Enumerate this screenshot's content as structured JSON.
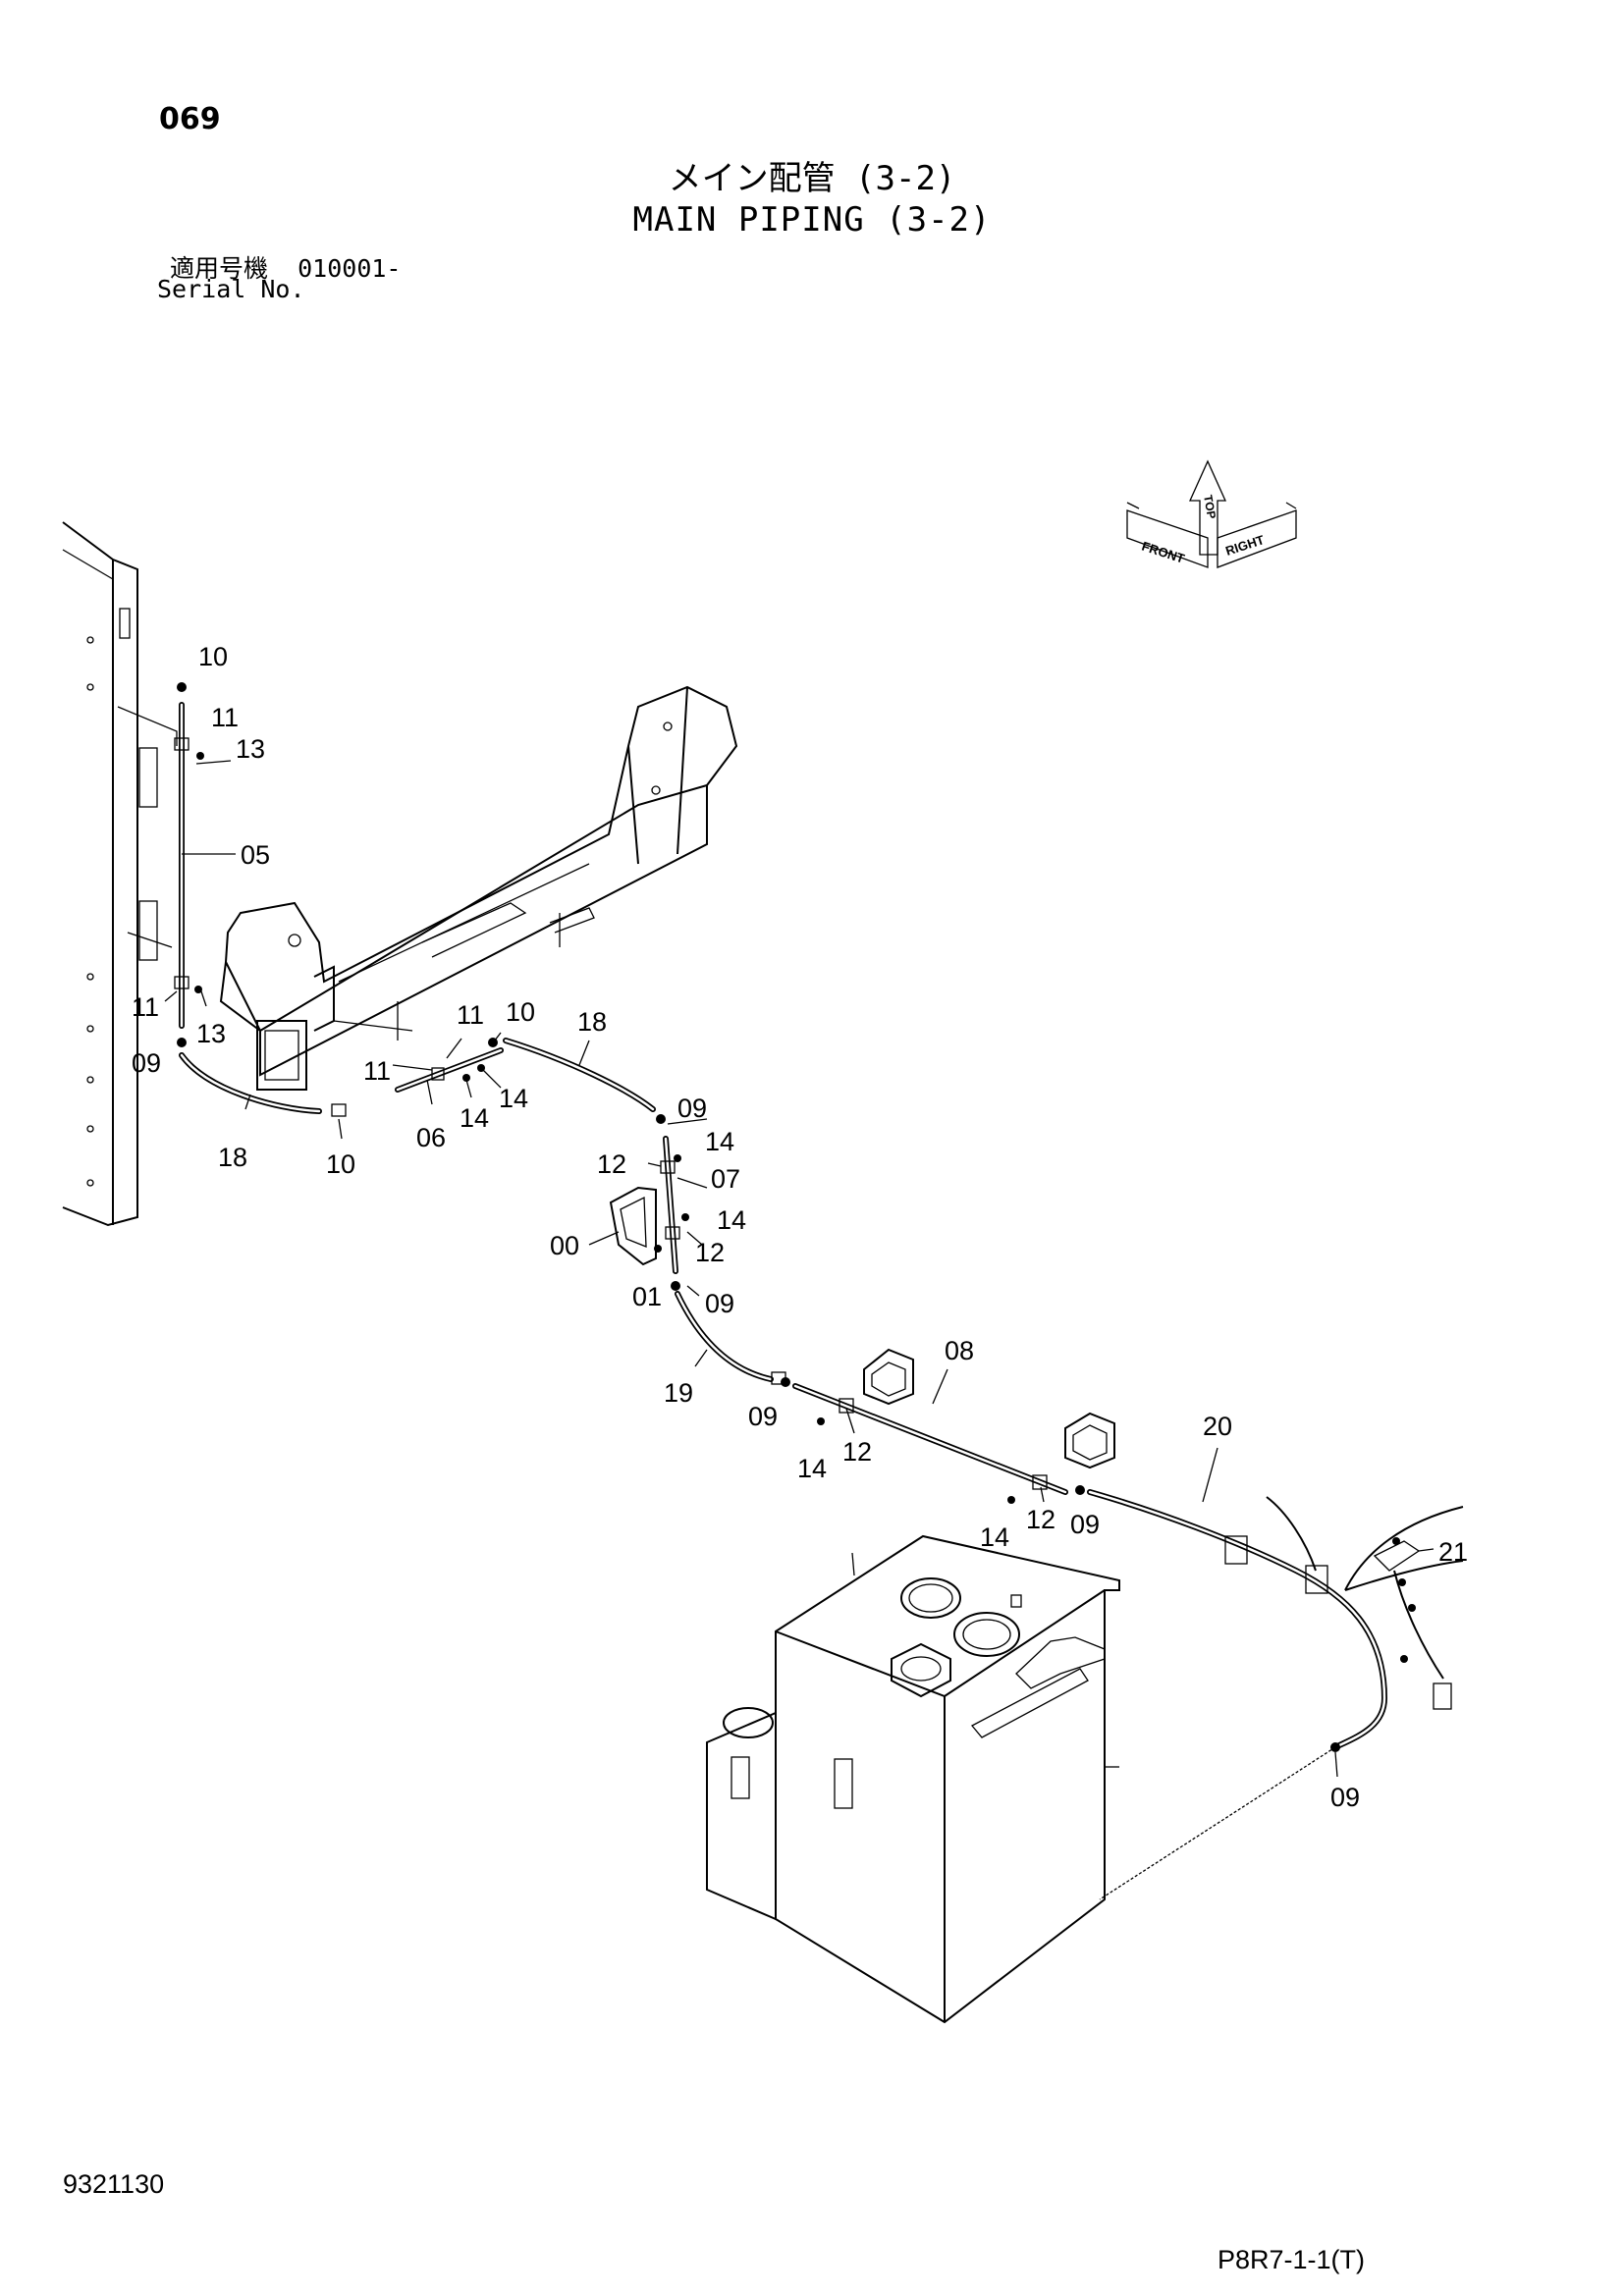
{
  "header": {
    "page_number": "069",
    "title_jp": "メイン配管 (3-2)",
    "title_en": "MAIN PIPING (3-2)",
    "serial_label_jp": "適用号機",
    "serial_value": "010001-",
    "serial_label_en": "Serial No."
  },
  "footer": {
    "document_number": "9321130",
    "figure_code": "P8R7-1-1(T)"
  },
  "orientation_labels": {
    "top": "TOP",
    "front": "FRONT",
    "right": "RIGHT"
  },
  "callouts": [
    {
      "id": "c10a",
      "text": "10"
    },
    {
      "id": "c11a",
      "text": "11"
    },
    {
      "id": "c13a",
      "text": "13"
    },
    {
      "id": "c05",
      "text": "05"
    },
    {
      "id": "c11b",
      "text": "11"
    },
    {
      "id": "c13b",
      "text": "13"
    },
    {
      "id": "c09a",
      "text": "09"
    },
    {
      "id": "c18a",
      "text": "18"
    },
    {
      "id": "c10b",
      "text": "10"
    },
    {
      "id": "c11c",
      "text": "11"
    },
    {
      "id": "c10c",
      "text": "10"
    },
    {
      "id": "c11d",
      "text": "11"
    },
    {
      "id": "c14a",
      "text": "14"
    },
    {
      "id": "c14b",
      "text": "14"
    },
    {
      "id": "c06",
      "text": "06"
    },
    {
      "id": "c18b",
      "text": "18"
    },
    {
      "id": "c09b",
      "text": "09"
    },
    {
      "id": "c14c",
      "text": "14"
    },
    {
      "id": "c12a",
      "text": "12"
    },
    {
      "id": "c07",
      "text": "07"
    },
    {
      "id": "c14d",
      "text": "14"
    },
    {
      "id": "c00",
      "text": "00"
    },
    {
      "id": "c12b",
      "text": "12"
    },
    {
      "id": "c01",
      "text": "01"
    },
    {
      "id": "c09c",
      "text": "09"
    },
    {
      "id": "c19",
      "text": "19"
    },
    {
      "id": "c09d",
      "text": "09"
    },
    {
      "id": "c08",
      "text": "08"
    },
    {
      "id": "c14e",
      "text": "14"
    },
    {
      "id": "c12c",
      "text": "12"
    },
    {
      "id": "c20",
      "text": "20"
    },
    {
      "id": "c14f",
      "text": "14"
    },
    {
      "id": "c12d",
      "text": "12"
    },
    {
      "id": "c09e",
      "text": "09"
    },
    {
      "id": "c21",
      "text": "21"
    },
    {
      "id": "c09f",
      "text": "09"
    }
  ]
}
